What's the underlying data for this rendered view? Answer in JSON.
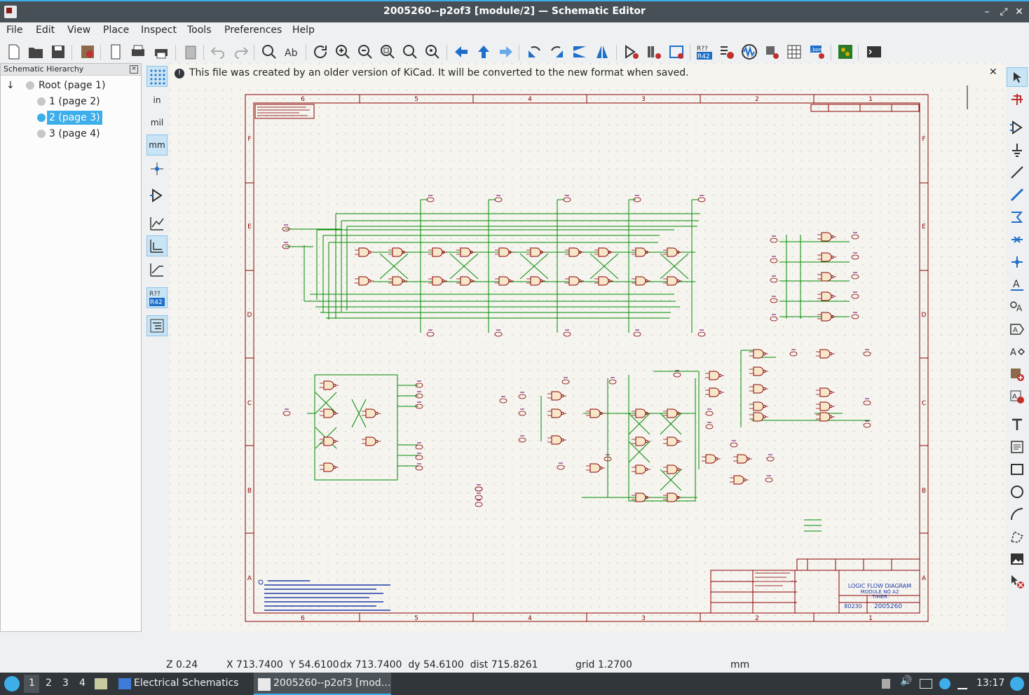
{
  "window": {
    "title": "2005260--p2of3 [module/2] — Schematic Editor",
    "controls": [
      "minimize",
      "maximize",
      "close"
    ]
  },
  "menu": [
    "File",
    "Edit",
    "View",
    "Place",
    "Inspect",
    "Tools",
    "Preferences",
    "Help"
  ],
  "toolbar_icons": [
    "new-icon",
    "open-icon",
    "save-icon",
    "schematic-setup-icon",
    "page-settings-icon",
    "print-icon",
    "plot-icon",
    "paste-icon",
    "undo-icon",
    "redo-icon",
    "find-icon",
    "find-replace-icon",
    "refresh-icon",
    "zoom-in-icon",
    "zoom-out-icon",
    "zoom-fit-icon",
    "zoom-objects-icon",
    "zoom-selection-icon",
    "navigate-back-icon",
    "navigate-up-icon",
    "navigate-forward-icon",
    "rotate-ccw-icon",
    "rotate-cw-icon",
    "mirror-v-icon",
    "mirror-h-icon",
    "symbol-editor-icon",
    "symbol-library-icon",
    "symbol-fields-icon",
    "annotate-icon",
    "erc-icon",
    "simulator-icon",
    "footprint-assign-icon",
    "bom-table-icon",
    "bom-generate-icon",
    "pcb-editor-icon",
    "scripting-console-icon"
  ],
  "hierarchy": {
    "title": "Schematic Hierarchy",
    "nodes": [
      {
        "label": "Root (page 1)",
        "level": 0
      },
      {
        "label": "1 (page 2)",
        "level": 1
      },
      {
        "label": "2 (page 3)",
        "level": 1,
        "selected": true
      },
      {
        "label": "3 (page 4)",
        "level": 1
      }
    ]
  },
  "left_tools": {
    "units_in": "in",
    "units_mil": "mil",
    "units_mm": "mm",
    "annotate": "R??\nR42"
  },
  "infobar": {
    "message": "This file was created by an older version of KiCad. It will be converted to the new format when saved."
  },
  "sheet": {
    "col_labels": [
      "6",
      "5",
      "4",
      "3",
      "2",
      "1"
    ],
    "row_labels": [
      "F",
      "E",
      "D",
      "C",
      "B",
      "A"
    ],
    "title_block": {
      "title": "LOGIC FLOW DIAGRAM",
      "subtitle": "MODULE NO A2",
      "subtitle2": "TIMER",
      "doc_number": "2005260",
      "code": "80230"
    }
  },
  "status": {
    "zoom": "Z 0.24",
    "xy": "X 713.7400  Y 54.6100",
    "delta": "dx 713.7400  dy 54.6100  dist 715.8261",
    "grid": "grid 1.2700",
    "units": "mm"
  },
  "taskbar": {
    "desktops": [
      "1",
      "2",
      "3",
      "4"
    ],
    "tasks": [
      "Electrical Schematics",
      "2005260--p2of3 [mod…"
    ],
    "clock": "13:17"
  },
  "colors": {
    "wire": "#008a00",
    "symbol": "#8b0000",
    "sheet_border": "#8b0000",
    "label": "#6b006b",
    "selected": "#3daee9"
  }
}
